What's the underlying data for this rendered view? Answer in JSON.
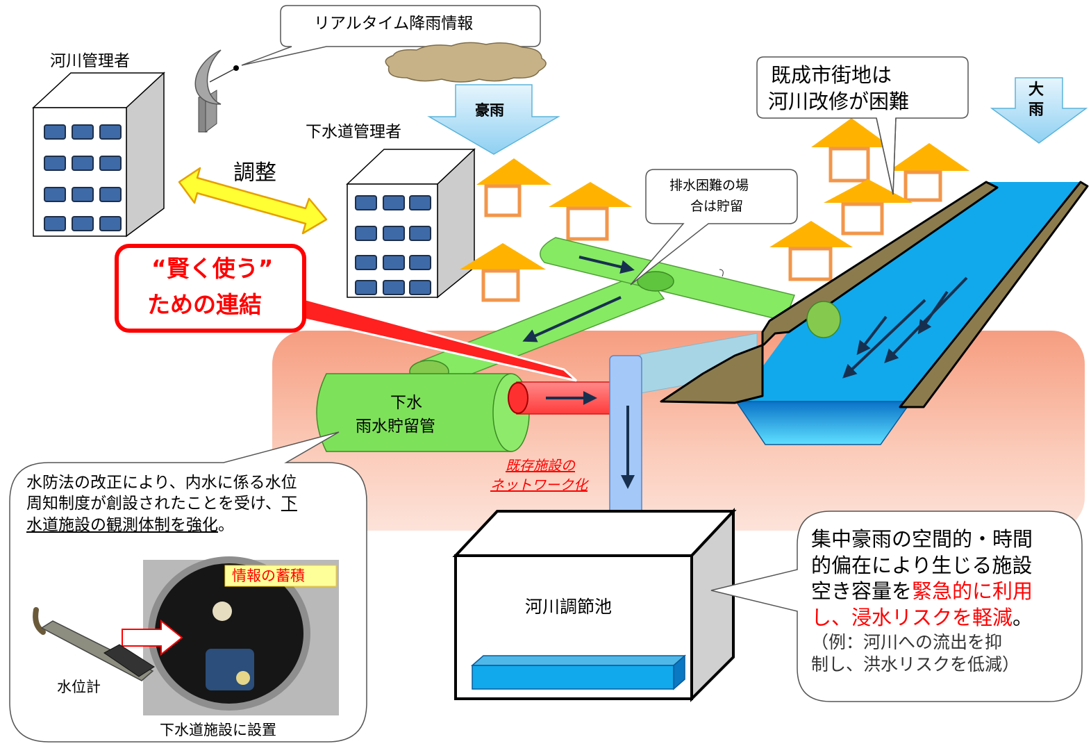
{
  "labels": {
    "realtime_rain": "リアルタイム降雨情報",
    "river_manager": "河川管理者",
    "sewer_manager": "下水道管理者",
    "coordination": "調整",
    "heavy_rain": "豪雨",
    "big_rain": "大雨",
    "built_up_1": "既成市街地は",
    "built_up_2": "河川改修が困難",
    "storage_note_1": "排水困難の場",
    "storage_note_2": "合は貯留",
    "smart_use_1": "“賢く使う”",
    "smart_use_2": "ための連結",
    "pipe_1": "下水",
    "pipe_2": "雨水貯留管",
    "network_1": "既存施設の",
    "network_2": "ネットワーク化",
    "pond": "河川調節池"
  },
  "left_bubble": {
    "line1": "水防法の改正により、内水に係る水位",
    "line2a": "周知制度が創設されたことを受け、",
    "line2b": "下",
    "line3a": "水道施設の観測体制を強化",
    "line3b": "。",
    "info_badge": "情報の蓄積",
    "gauge": "水位計",
    "installed": "下水道施設に設置"
  },
  "right_bubble": {
    "line1": "集中豪雨の空間的・時間",
    "line2": "的偏在により生じる施設",
    "line3a": "空き容量を",
    "line3b": "緊急的に利用",
    "line4a": "し、浸水リスクを軽減",
    "line4b": "。",
    "line5": "（例：河川への流出を抑",
    "line6": "制し、洪水リスクを低減）"
  },
  "colors": {
    "zone": "#f8a98e",
    "pipe_green": "#7ee15a",
    "river_blue": "#11a9ec",
    "river_bank": "#8c7b4d",
    "roof": "#ffb300",
    "house_wall": "#f2964a",
    "window": "#3f6aa8",
    "alert_red": "#ff0000",
    "arrow_yellow": "#ffff33",
    "rain_arrow": "#b8e2f7"
  }
}
